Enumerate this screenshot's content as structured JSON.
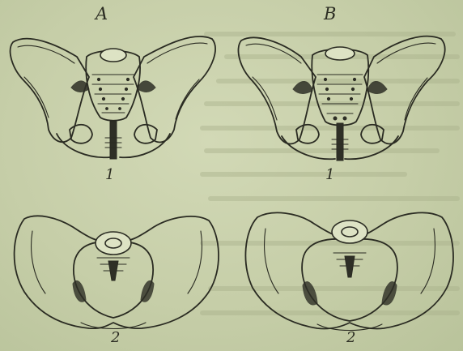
{
  "figure": {
    "panels": [
      {
        "column_label": "A",
        "row_label": "1",
        "view": "front"
      },
      {
        "column_label": "B",
        "row_label": "1",
        "view": "front"
      },
      {
        "row_label": "2",
        "view": "top"
      },
      {
        "row_label": "2",
        "view": "top"
      }
    ],
    "colors": {
      "paper": "#c6cea8",
      "ink": "#2a2b22",
      "bone": "#dde3c4"
    }
  }
}
